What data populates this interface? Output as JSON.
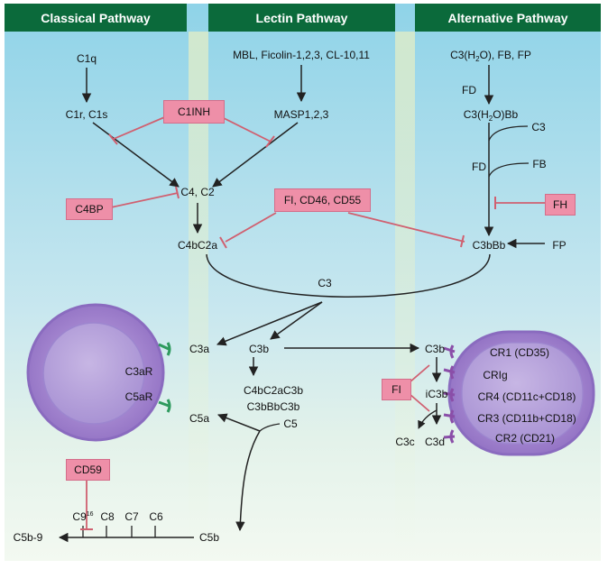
{
  "headers": {
    "classical": "Classical Pathway",
    "lectin": "Lectin Pathway",
    "alternative": "Alternative Pathway"
  },
  "classical": {
    "c1q": "C1q",
    "c1r_c1s": "C1r, C1s"
  },
  "lectin": {
    "recognition": "MBL, Ficolin-1,2,3, CL-10,11",
    "masp": "MASP1,2,3"
  },
  "alternative": {
    "start_base": "C3(H",
    "start_sub": "2",
    "start_rest": "O), FB, FP",
    "fd_top": "FD",
    "c3h2obb_base": "C3(H",
    "c3h2obb_sub": "2",
    "c3h2obb_rest": "O)Bb",
    "c3": "C3",
    "fd_mid": "FD",
    "fb": "FB"
  },
  "convertases": {
    "c4c2": "C4, C2",
    "c4bc2a": "C4bC2a",
    "c3bbb": "C3bBb",
    "fp": "FP"
  },
  "regulators": {
    "c1inh": "C1INH",
    "c4bp": "C4BP",
    "fi_cd46_cd55": "FI, CD46, CD55",
    "fh": "FH",
    "fi": "FI",
    "cd59": "CD59"
  },
  "cleavage": {
    "c3": "C3",
    "c3a": "C3a",
    "c3b_left": "C3b",
    "c5_convertase_1": "C4bC2aC3b",
    "c5_convertase_2": "C3bBbC3b",
    "c5": "C5",
    "c5a": "C5a",
    "c3b_right": "C3b",
    "ic3b": "iC3b",
    "c3c": "C3c",
    "c3d": "C3d"
  },
  "left_cell": {
    "c3ar": "C3aR",
    "c5ar": "C5aR"
  },
  "right_cell": {
    "cr1": "CR1 (CD35)",
    "crig": "CRIg",
    "cr4": "CR4 (CD11c+CD18)",
    "cr3": "CR3 (CD11b+CD18)",
    "cr2": "CR2 (CD21)"
  },
  "mac": {
    "c9_base": "C9",
    "c9_sup": "16",
    "c8": "C8",
    "c7": "C7",
    "c6": "C6",
    "c5b": "C5b",
    "c5b9": "C5b-9"
  }
}
